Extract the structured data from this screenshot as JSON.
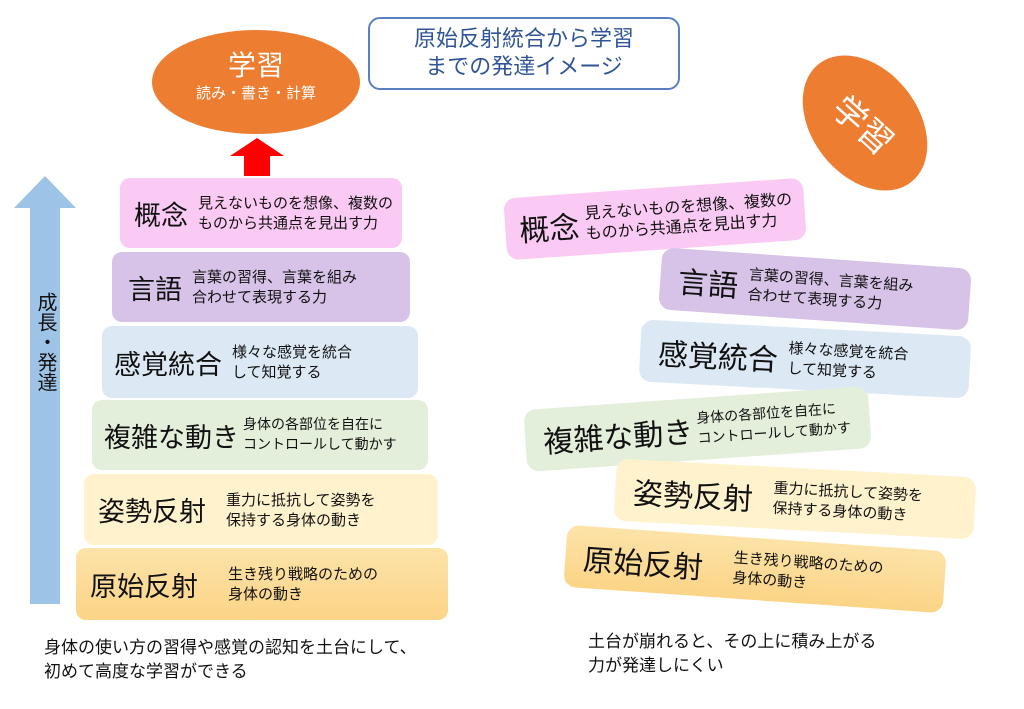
{
  "title": {
    "line1": "原始反射統合から学習",
    "line2": "までの発達イメージ"
  },
  "goal": {
    "label": "学習",
    "sub": "読み・書き・計算"
  },
  "growth_label": "成長・発達",
  "levels": [
    {
      "name": "概念",
      "desc1": "見えないものを想像、複数の",
      "desc2": "ものから共通点を見出す力"
    },
    {
      "name": "言語",
      "desc1": "言葉の習得、言葉を組み",
      "desc2": "合わせて表現する力"
    },
    {
      "name": "感覚統合",
      "desc1": "様々な感覚を統合",
      "desc2": "して知覚する"
    },
    {
      "name": "複雑な動き",
      "desc1": "身体の各部位を自在に",
      "desc2": "コントロールして動かす"
    },
    {
      "name": "姿勢反射",
      "desc1": "重力に抵抗して姿勢を",
      "desc2": "保持する身体の動き"
    },
    {
      "name": "原始反射",
      "desc1": "生き残り戦略のための",
      "desc2": "身体の動き"
    }
  ],
  "caption_left": {
    "line1": "身体の使い方の習得や感覚の認知を土台にして、",
    "line2": "初めて高度な学習ができる"
  },
  "caption_right": {
    "line1": "土台が崩れると、その上に積み上がる",
    "line2": "力が発達しにくい"
  },
  "colors": {
    "orange": "#ed7d31",
    "red_arrow": "#ff0000",
    "blue_arrow": "#9dc3e6",
    "title_border": "#4472c4"
  }
}
